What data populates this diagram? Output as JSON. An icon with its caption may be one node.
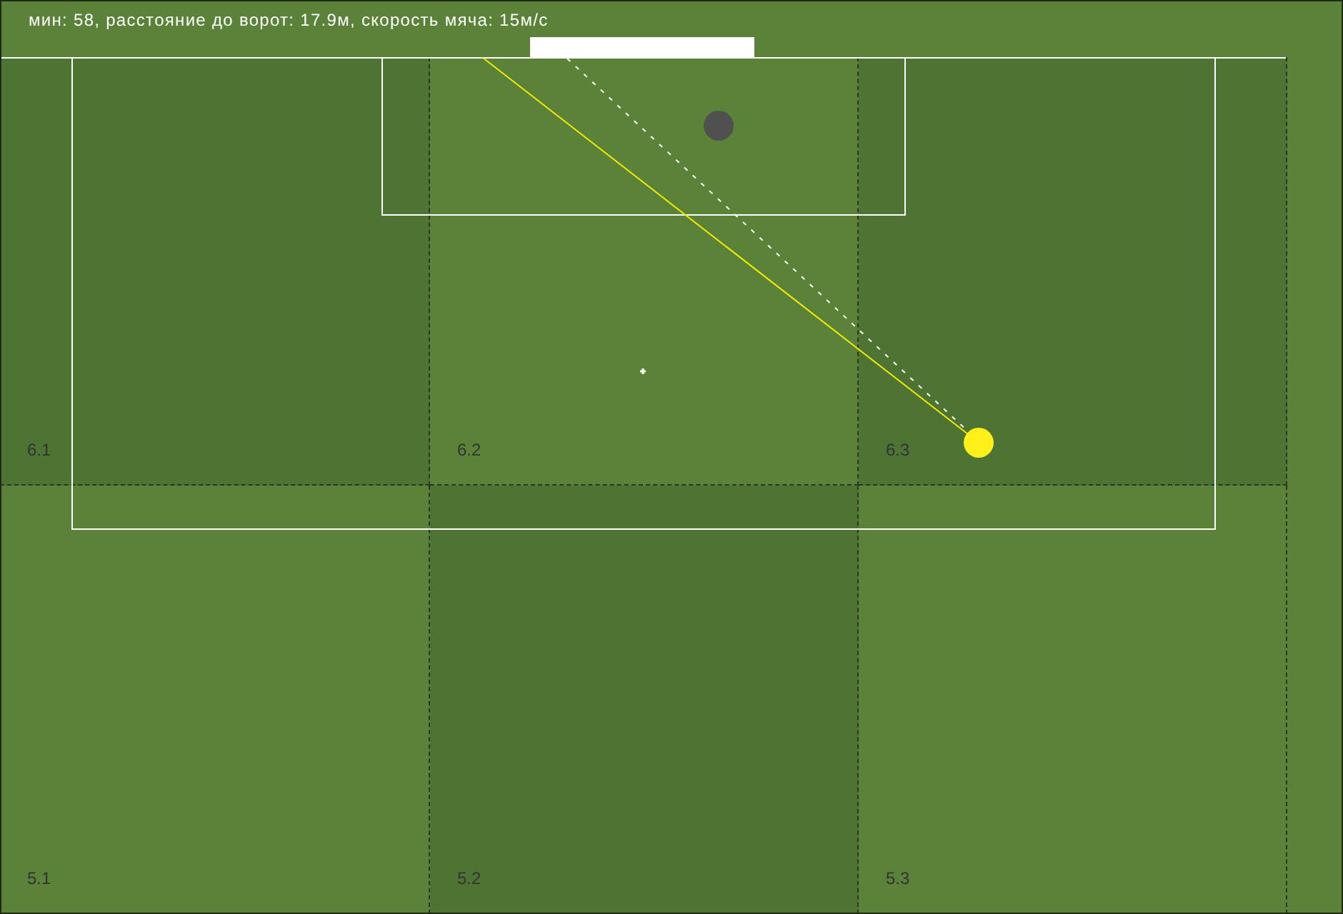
{
  "diagram": {
    "title": "мин: 58, расстояние до ворот: 17.9м, скорость мяча: 15м/с",
    "nodes": [
      {
        "text": [
          "6.1"
        ]
      },
      {
        "text": [
          "6.2"
        ]
      },
      {
        "text": [
          "6.3"
        ]
      },
      {
        "text": [
          "5.1"
        ]
      },
      {
        "text": [
          "5.2"
        ]
      },
      {
        "text": [
          "5.3"
        ]
      }
    ]
  }
}
